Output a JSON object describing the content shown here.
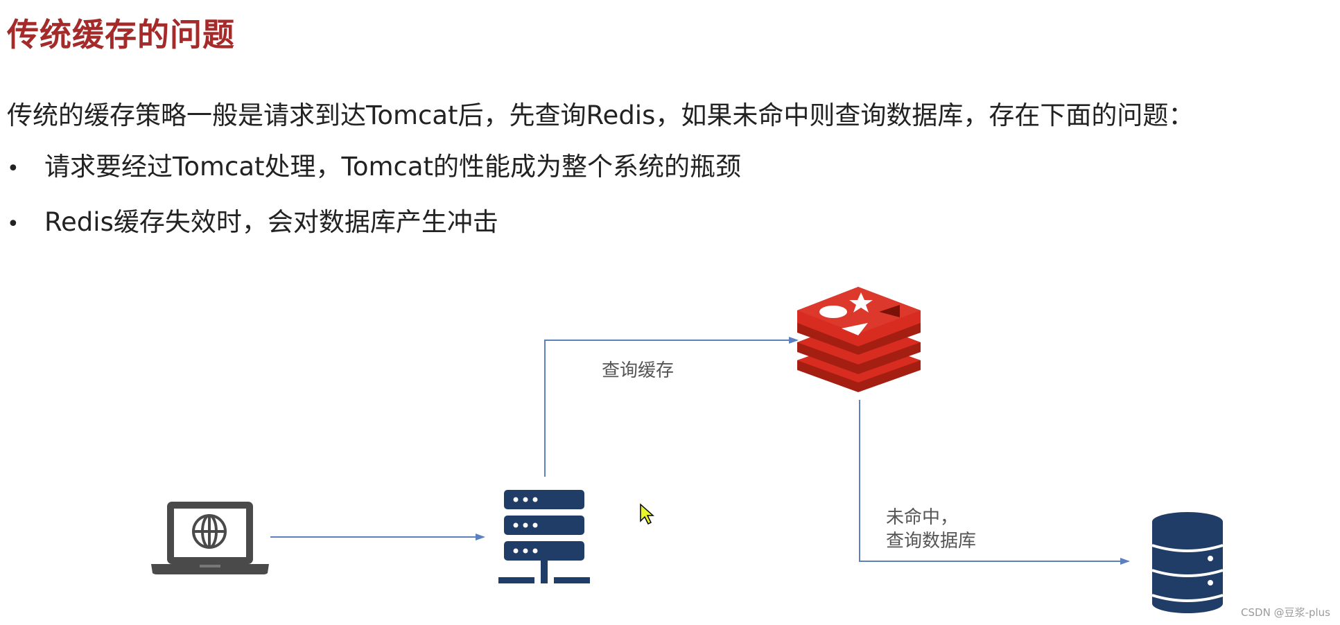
{
  "page": {
    "title": "传统缓存的问题",
    "intro": "传统的缓存策略一般是请求到达Tomcat后，先查询Redis，如果未命中则查询数据库，存在下面的问题：",
    "bullet_symbol": "•",
    "bullets": [
      "请求要经过Tomcat处理，Tomcat的性能成为整个系统的瓶颈",
      "Redis缓存失效时，会对数据库产生冲击"
    ]
  },
  "diagram": {
    "label_query_cache": "查询缓存",
    "label_miss_line1": "未命中，",
    "label_miss_line2": "查询数据库",
    "icons": [
      "laptop-globe-icon",
      "server-icon",
      "redis-logo-icon",
      "database-icon",
      "cursor-icon"
    ],
    "colors": {
      "arrow": "#5b7fbf",
      "server": "#1f3d66",
      "redis": "#d82c20",
      "title": "#a52a2a"
    }
  },
  "watermark": "CSDN @豆浆-plus"
}
